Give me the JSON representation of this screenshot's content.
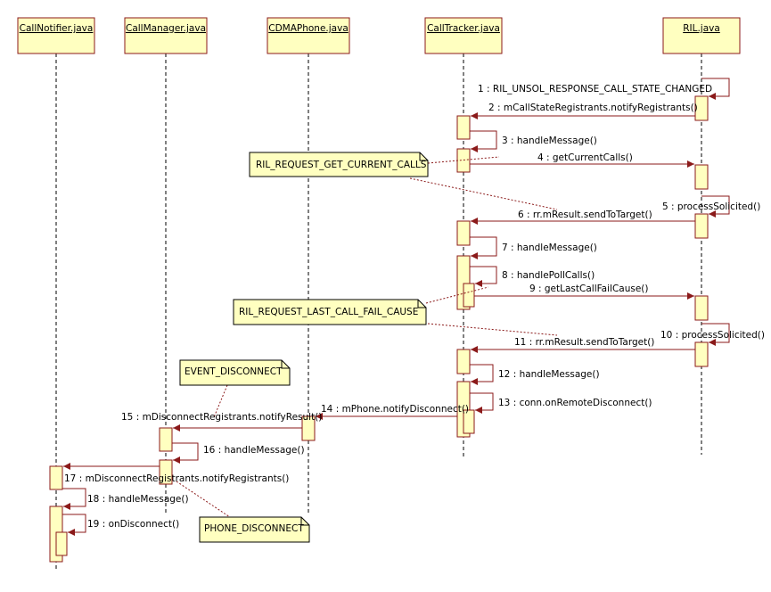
{
  "colors": {
    "box_fill": "#ffffc0",
    "box_stroke": "#8b1a1a",
    "arrow": "#8b1a1a",
    "lifeline": "#000000",
    "note_stroke": "#000000"
  },
  "lifelines": [
    {
      "id": "callnotifier",
      "label": "CallNotifier.java"
    },
    {
      "id": "callmanager",
      "label": "CallManager.java"
    },
    {
      "id": "cdmaphone",
      "label": "CDMAPhone.java"
    },
    {
      "id": "calltracker",
      "label": "CallTracker.java"
    },
    {
      "id": "ril",
      "label": "RIL.java"
    }
  ],
  "messages": [
    {
      "label": "1 : RIL_UNSOL_RESPONSE_CALL_STATE_CHANGED",
      "from": "ril",
      "to": "ril"
    },
    {
      "label": "2 : mCallStateRegistrants.notifyRegistrants()",
      "from": "ril",
      "to": "calltracker"
    },
    {
      "label": "3 : handleMessage()",
      "from": "calltracker",
      "to": "calltracker"
    },
    {
      "label": "4 : getCurrentCalls()",
      "from": "calltracker",
      "to": "ril"
    },
    {
      "label": "5 : processSolicited()",
      "from": "ril",
      "to": "ril"
    },
    {
      "label": "6 : rr.mResult.sendToTarget()",
      "from": "ril",
      "to": "calltracker"
    },
    {
      "label": "7 : handleMessage()",
      "from": "calltracker",
      "to": "calltracker"
    },
    {
      "label": "8 : handlePollCalls()",
      "from": "calltracker",
      "to": "calltracker"
    },
    {
      "label": "9 : getLastCallFailCause()",
      "from": "calltracker",
      "to": "ril"
    },
    {
      "label": "10 : processSolicited()",
      "from": "ril",
      "to": "ril"
    },
    {
      "label": "11 : rr.mResult.sendToTarget()",
      "from": "ril",
      "to": "calltracker"
    },
    {
      "label": "12 : handleMessage()",
      "from": "calltracker",
      "to": "calltracker"
    },
    {
      "label": "13 : conn.onRemoteDisconnect()",
      "from": "calltracker",
      "to": "calltracker"
    },
    {
      "label": "14 : mPhone.notifyDisconnect()",
      "from": "calltracker",
      "to": "cdmaphone"
    },
    {
      "label": "15 : mDisconnectRegistrants.notifyResult()",
      "from": "cdmaphone",
      "to": "callmanager"
    },
    {
      "label": "16 : handleMessage()",
      "from": "callmanager",
      "to": "callmanager"
    },
    {
      "label": "17 : mDisconnectRegistrants.notifyRegistrants()",
      "from": "callmanager",
      "to": "callnotifier"
    },
    {
      "label": "18 : handleMessage()",
      "from": "callnotifier",
      "to": "callnotifier"
    },
    {
      "label": "19 : onDisconnect()",
      "from": "callnotifier",
      "to": "callnotifier"
    }
  ],
  "notes": [
    {
      "label": "RIL_REQUEST_GET_CURRENT_CALLS"
    },
    {
      "label": "RIL_REQUEST_LAST_CALL_FAIL_CAUSE"
    },
    {
      "label": "EVENT_DISCONNECT"
    },
    {
      "label": "PHONE_DISCONNECT"
    }
  ]
}
